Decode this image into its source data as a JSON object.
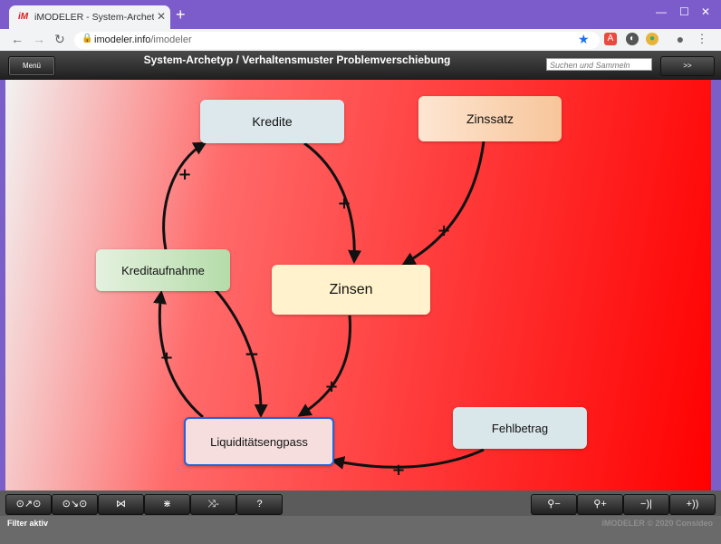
{
  "browser": {
    "tab_title": "iMODELER - System-Archetyp / V",
    "favicon_text": "iM",
    "url_host": "imodeler.info",
    "url_path": "/imodeler"
  },
  "app": {
    "menu_label": "Menü",
    "title": "System-Archetyp / Verhaltensmuster Problemverschiebung",
    "search_placeholder": "Suchen und Sammeln",
    "next_label": ">>"
  },
  "nodes": {
    "kredite": "Kredite",
    "zinssatz": "Zinssatz",
    "kreditaufnahme": "Kreditaufnahme",
    "zinsen": "Zinsen",
    "liquiditaet": "Liquiditätsengpass",
    "fehlbetrag": "Fehlbetrag"
  },
  "colors": {
    "kredite": "#dce8ec",
    "zinssatz": "#f7caa3",
    "kreditaufnahme": "#bfe0b8",
    "zinsen": "#fff1c8",
    "liquiditaet": "#f6dede",
    "fehlbetrag": "#d9e6ea",
    "selected_border": "#2463d8"
  },
  "links": {
    "kreditaufnahme_kredite": "+",
    "kredite_zinsen": "+",
    "zinssatz_zinsen": "+",
    "kreditaufnahme_liquiditaet": "−",
    "liquiditaet_kreditaufnahme": "+",
    "zinsen_liquiditaet": "+",
    "fehlbetrag_liquiditaet": "+"
  },
  "bottom": {
    "help_label": "?",
    "zoom_out": "−",
    "zoom_in": "+",
    "step_back": "−)|",
    "step_forward": "+))"
  },
  "status": {
    "filter": "Filter aktiv",
    "copyright": "iMODELER © 2020 Consideo"
  }
}
